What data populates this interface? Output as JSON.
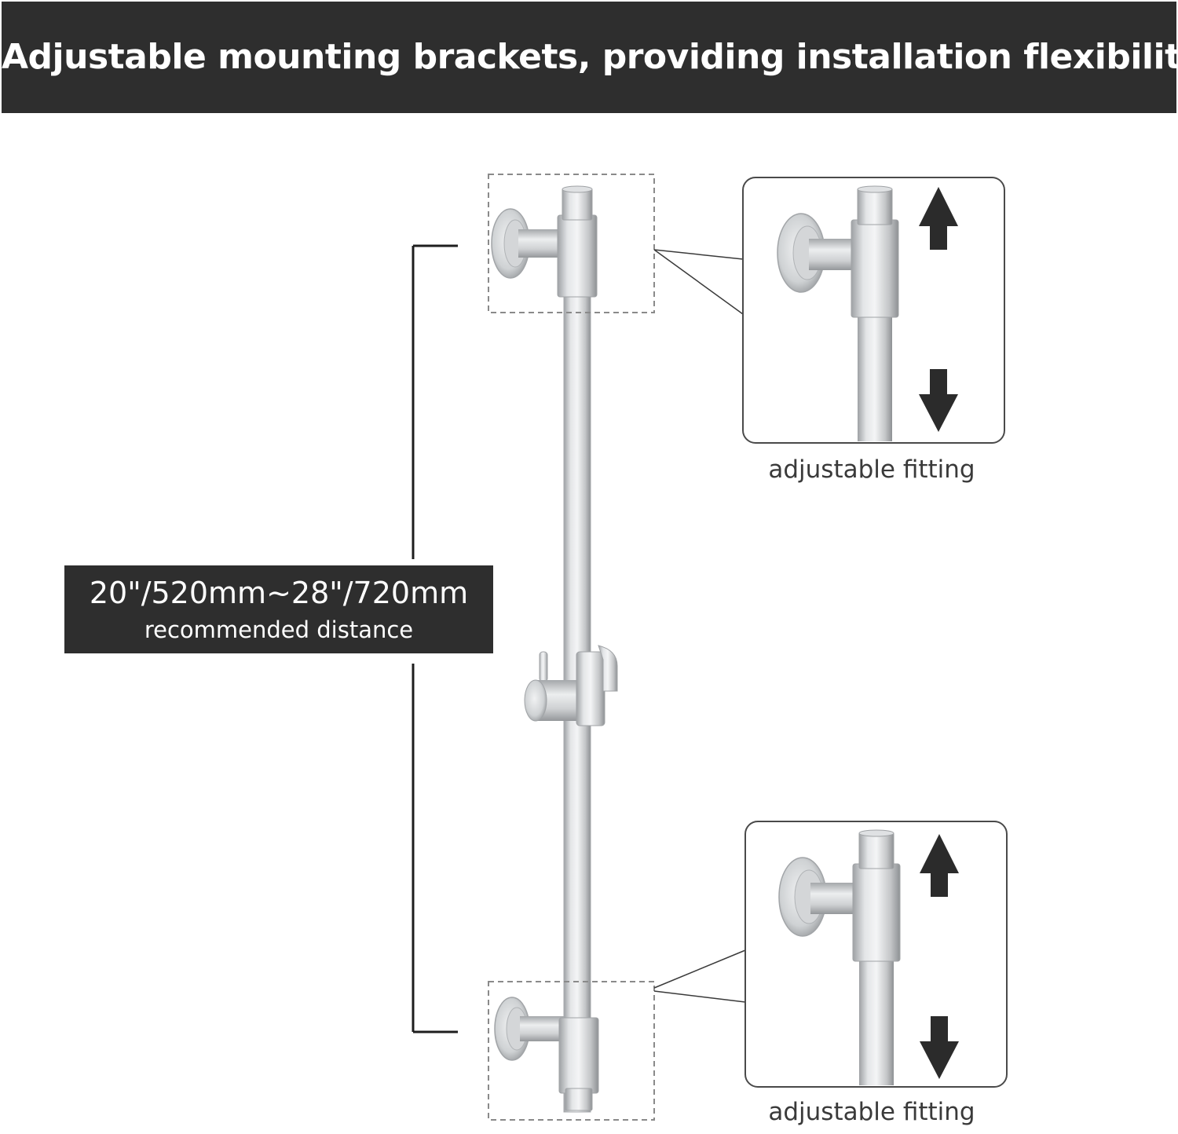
{
  "header": {
    "title": "Adjustable mounting brackets, providing installation flexibility"
  },
  "distance_label": {
    "value": "20\"/520mm~28\"/720mm",
    "caption": "recommended distance"
  },
  "callouts": [
    {
      "caption": "adjustable fitting",
      "icons": [
        "arrow-up-icon",
        "arrow-down-icon"
      ]
    },
    {
      "caption": "adjustable fitting",
      "icons": [
        "arrow-up-icon",
        "arrow-down-icon"
      ]
    }
  ],
  "colors": {
    "banner": "#2e2e2e",
    "banner_text": "#ffffff",
    "metal": "#c9cbcd",
    "arrow": "#2b2b2b"
  }
}
